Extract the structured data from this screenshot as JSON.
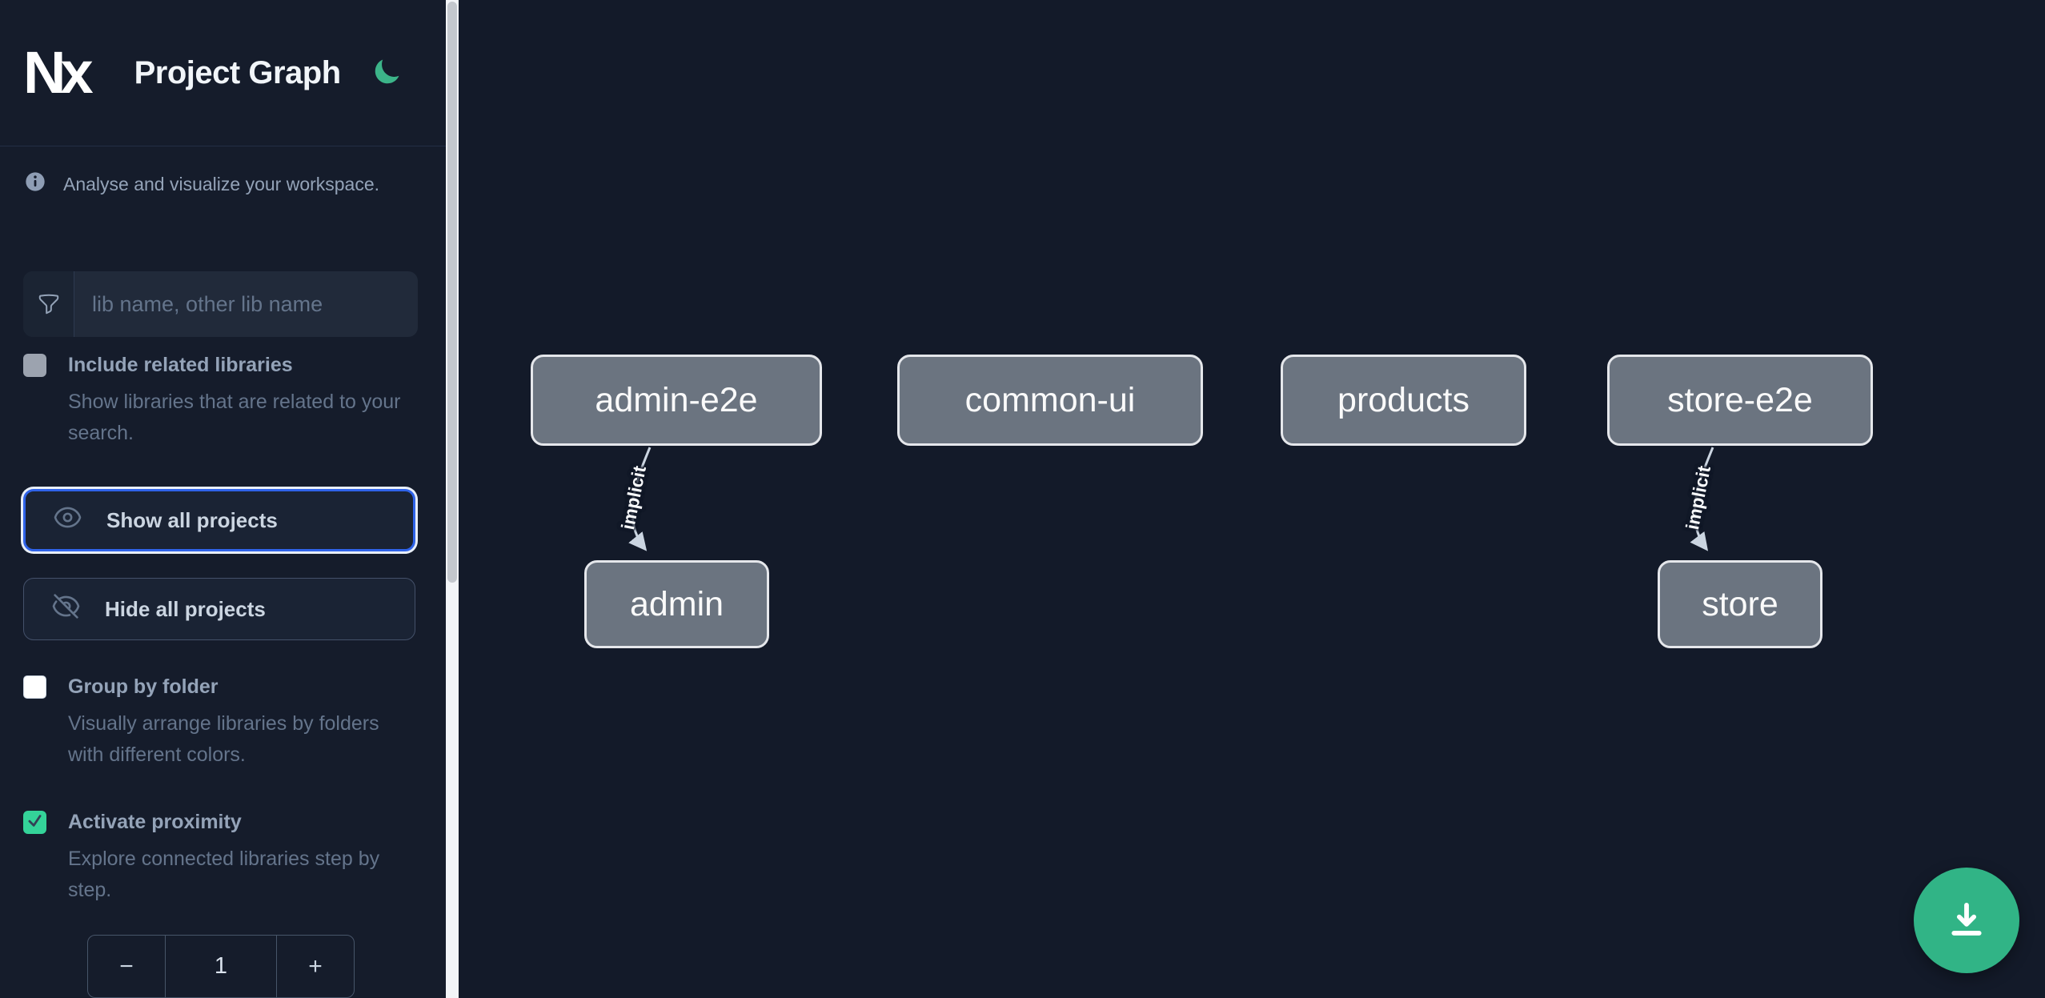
{
  "header": {
    "app_name": "Nx",
    "title": "Project Graph",
    "theme_toggle_icon": "moon-icon"
  },
  "sidebar": {
    "tagline": "Analyse and visualize your workspace.",
    "search": {
      "icon": "funnel-icon",
      "placeholder": "lib name, other lib name",
      "value": ""
    },
    "options": [
      {
        "label": "Include related libraries",
        "description": "Show libraries that are related to your search.",
        "checked": false,
        "state": "disabled"
      },
      {
        "label": "Group by folder",
        "description": "Visually arrange libraries by folders with different colors.",
        "checked": false,
        "state": "enabled"
      },
      {
        "label": "Activate proximity",
        "description": "Explore connected libraries step by step.",
        "checked": true,
        "state": "enabled"
      }
    ],
    "actions": [
      {
        "label": "Show all projects",
        "icon": "eye-icon",
        "focused": true
      },
      {
        "label": "Hide all projects",
        "icon": "eye-off-icon",
        "focused": false
      }
    ],
    "proximity_stepper": {
      "decrement_label": "−",
      "value": "1",
      "increment_label": "+"
    }
  },
  "graph": {
    "nodes": [
      {
        "id": "admin-e2e",
        "label": "admin-e2e"
      },
      {
        "id": "common-ui",
        "label": "common-ui"
      },
      {
        "id": "products",
        "label": "products"
      },
      {
        "id": "store-e2e",
        "label": "store-e2e"
      },
      {
        "id": "admin",
        "label": "admin"
      },
      {
        "id": "store",
        "label": "store"
      }
    ],
    "edges": [
      {
        "source": "admin-e2e",
        "target": "admin",
        "label": "implicit"
      },
      {
        "source": "store-e2e",
        "target": "store",
        "label": "implicit"
      }
    ]
  },
  "export_button": {
    "icon": "download-icon"
  },
  "colors": {
    "accent_green": "#3cb489",
    "checkbox_checked_green": "#34d399",
    "focus_ring_blue": "#2f63e9",
    "node_fill": "#6b7480",
    "node_border": "#e5e7eb",
    "edge": "#cbd5e1",
    "sidebar_bg": "#151c2b",
    "canvas_bg": "#131a29",
    "scrollbar_thumb": "#c3c7cd"
  }
}
